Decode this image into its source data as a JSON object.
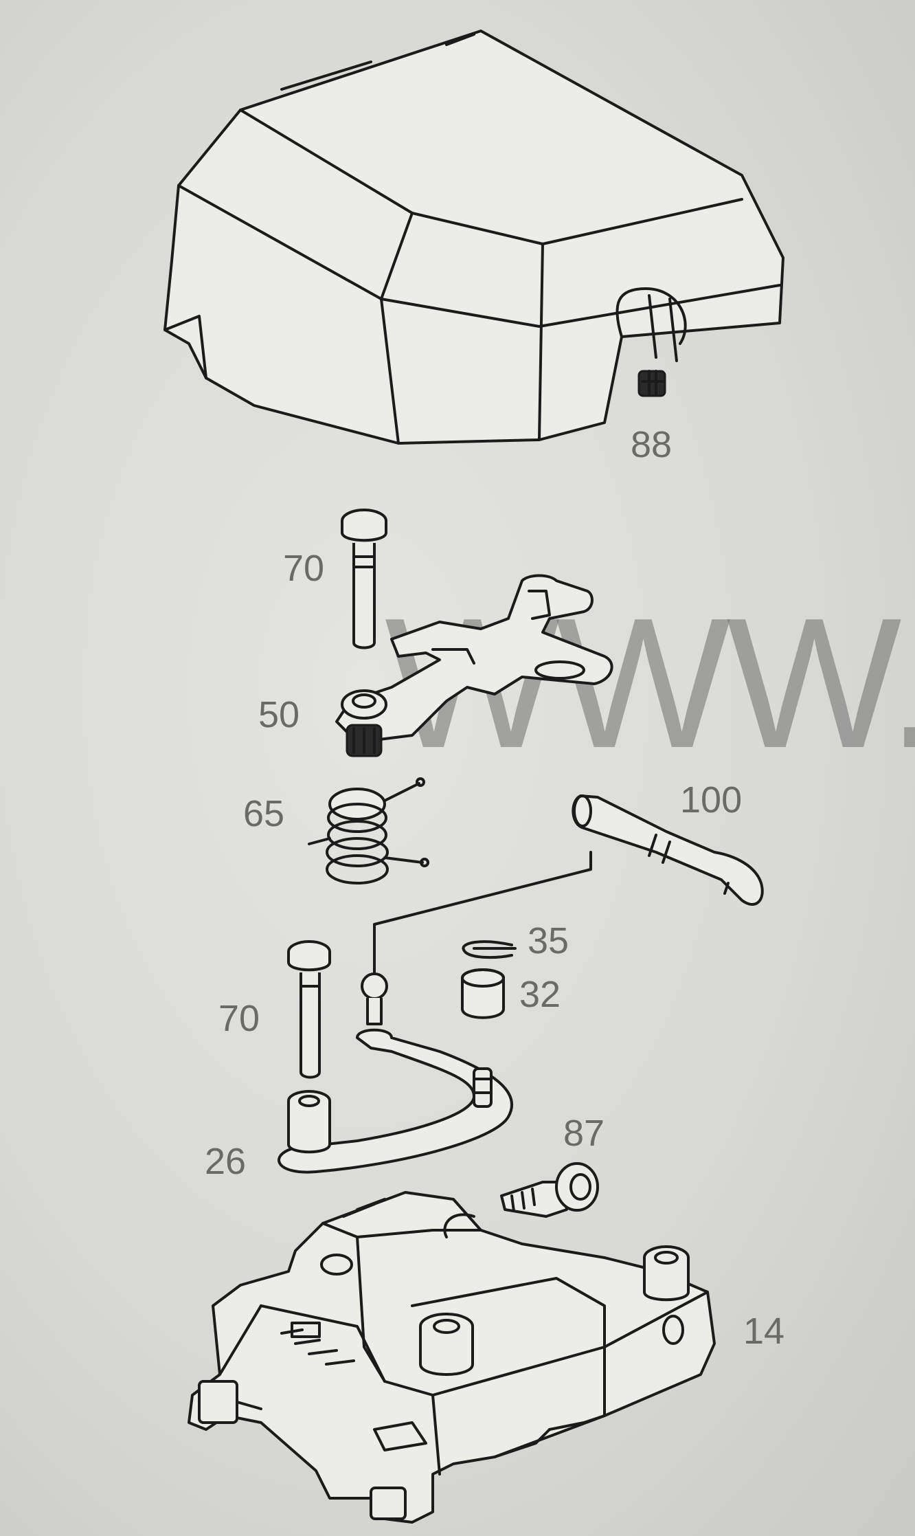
{
  "watermark": "WWW.E",
  "labels": {
    "p88": "88",
    "p70a": "70",
    "p50": "50",
    "p65": "65",
    "p100": "100",
    "p35": "35",
    "p32": "32",
    "p70b": "70",
    "p87": "87",
    "p26": "26",
    "p14": "14"
  }
}
